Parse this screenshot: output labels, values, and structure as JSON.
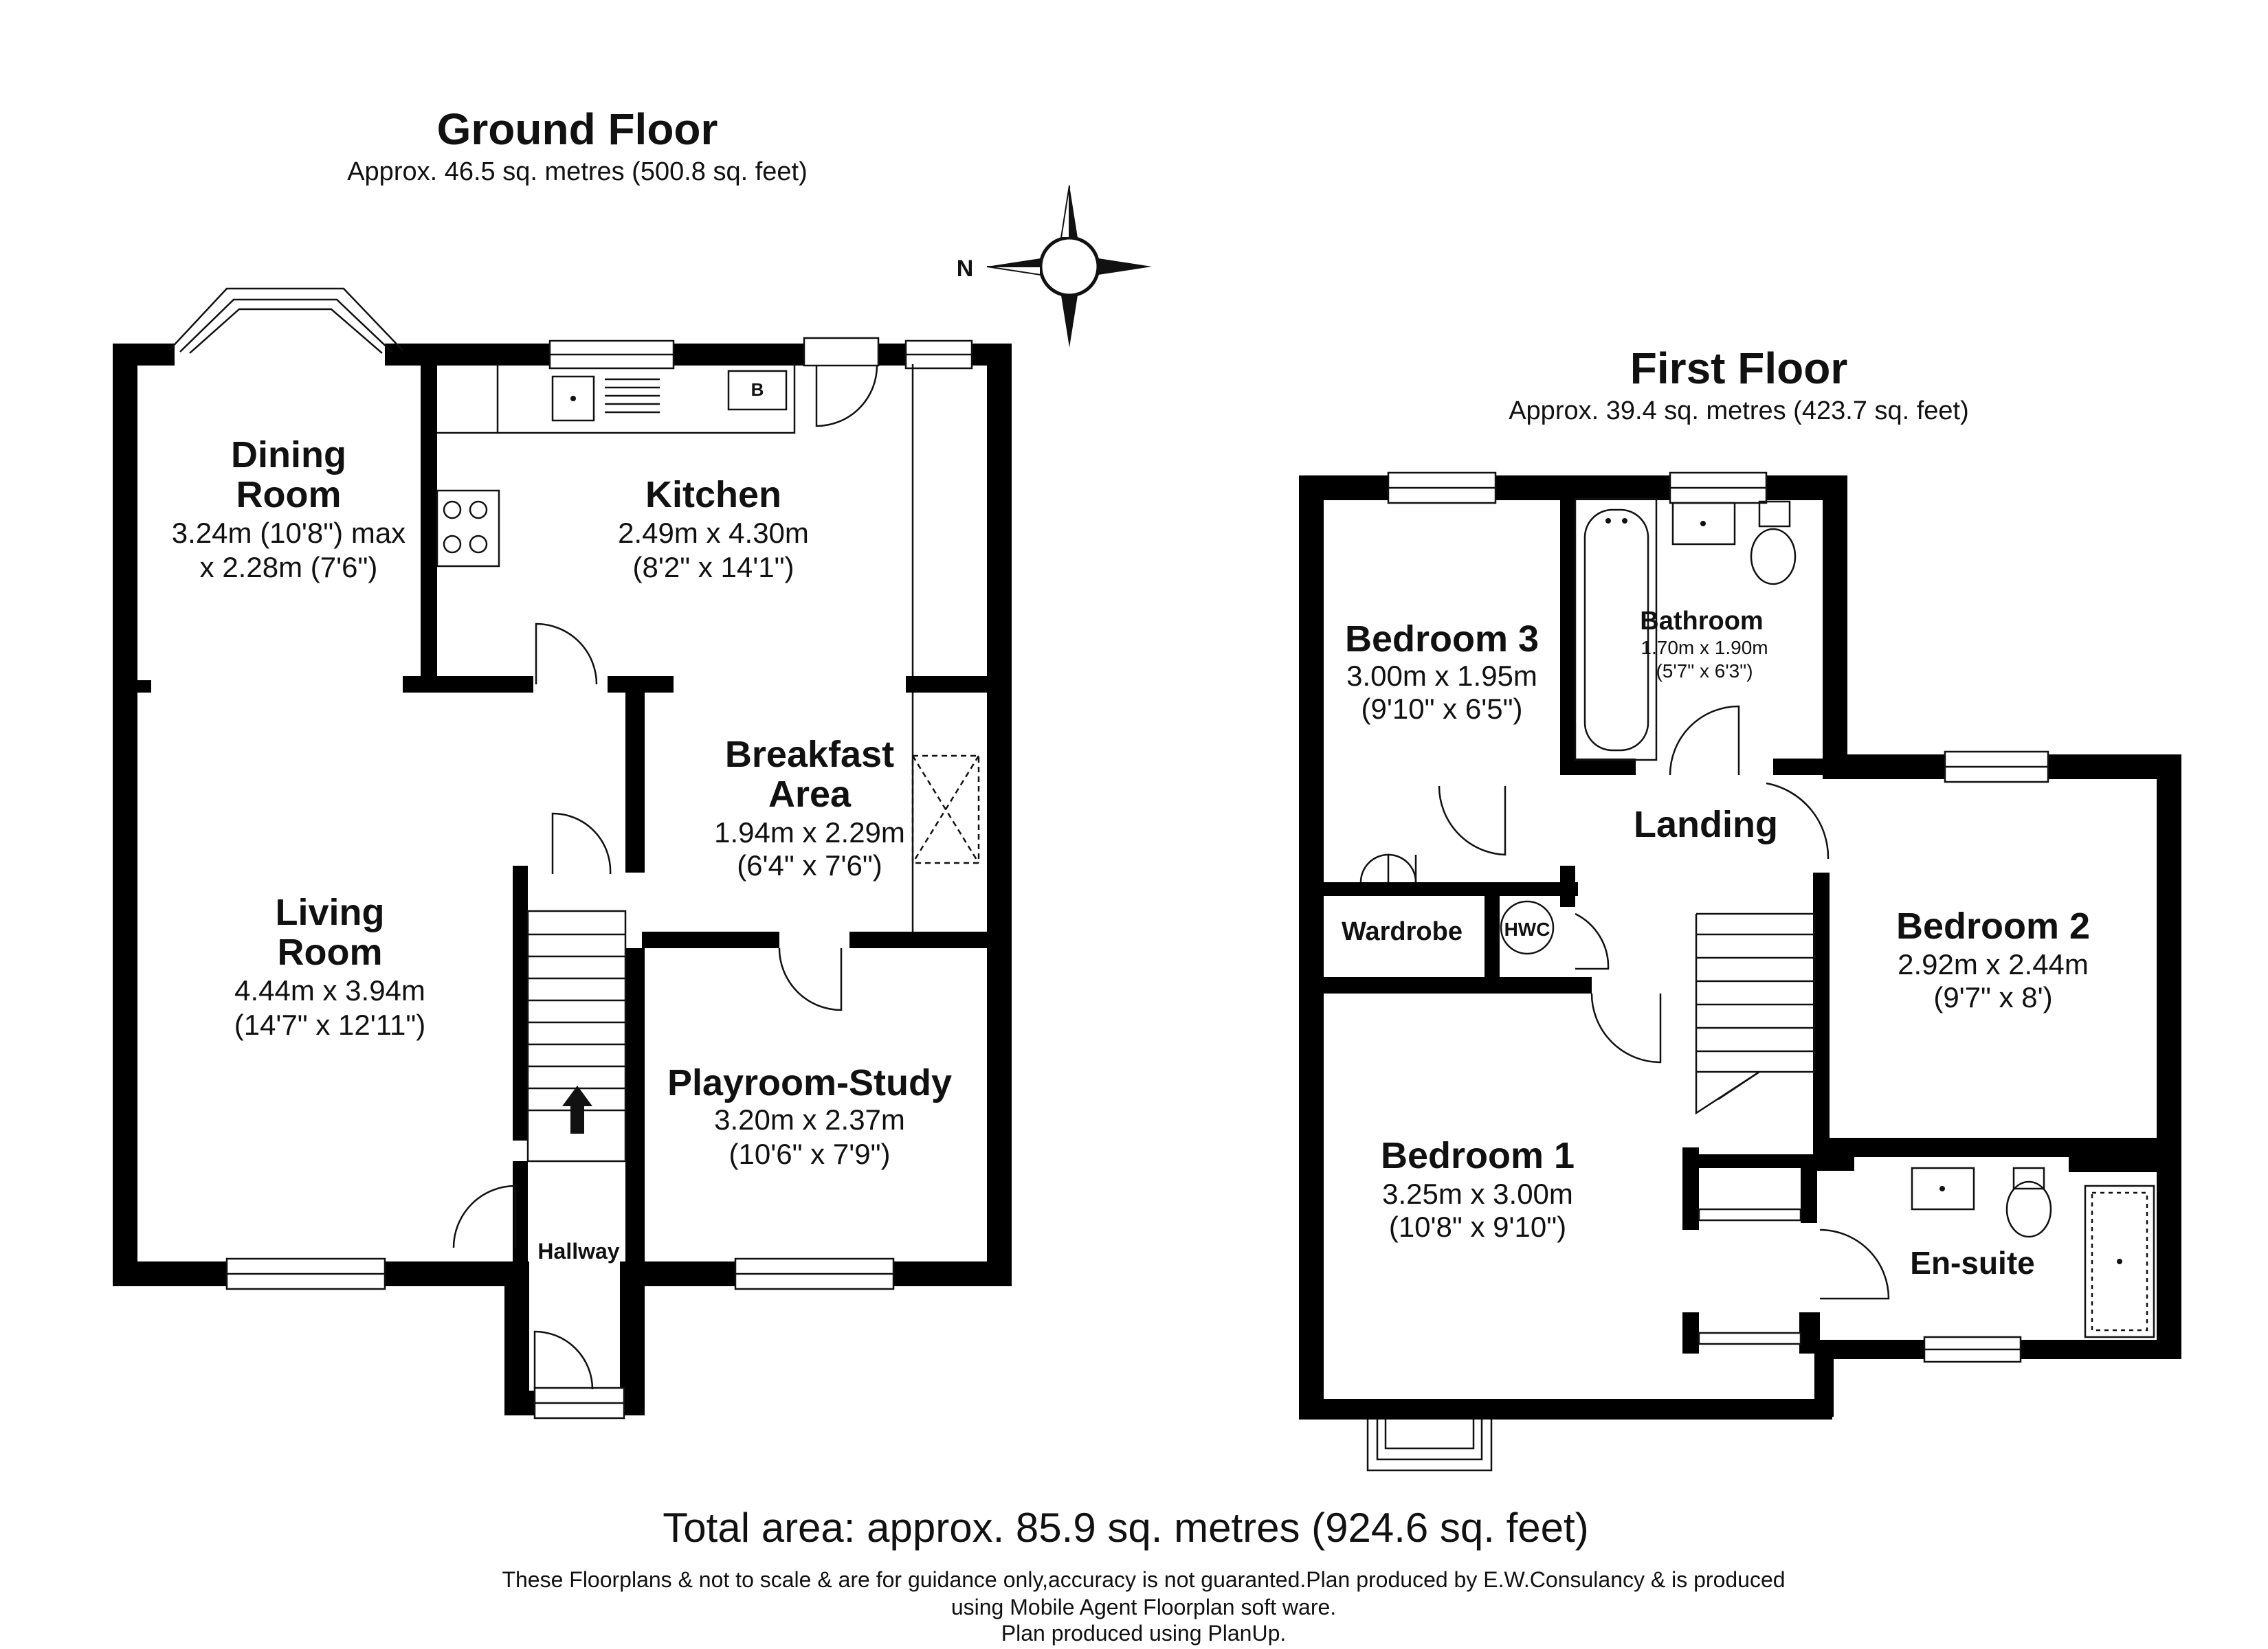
{
  "ground_floor": {
    "title": "Ground Floor",
    "area": "Approx. 46.5 sq. metres (500.8 sq. feet)",
    "rooms": [
      {
        "id": "dining-room",
        "name_lines": [
          "Dining",
          "Room"
        ],
        "dims": [
          "3.24m (10'8\") max",
          "x 2.28m (7'6\")"
        ]
      },
      {
        "id": "kitchen",
        "name_lines": [
          "Kitchen"
        ],
        "dims": [
          "2.49m x 4.30m",
          "(8'2\" x 14'1\")"
        ]
      },
      {
        "id": "breakfast-area",
        "name_lines": [
          "Breakfast",
          "Area"
        ],
        "dims": [
          "1.94m x 2.29m",
          "(6'4\" x 7'6\")"
        ]
      },
      {
        "id": "living-room",
        "name_lines": [
          "Living",
          "Room"
        ],
        "dims": [
          "4.44m x 3.94m",
          "(14'7\" x 12'11\")"
        ]
      },
      {
        "id": "playroom-study",
        "name_lines": [
          "Playroom-Study"
        ],
        "dims": [
          "3.20m x 2.37m",
          "(10'6\" x 7'9\")"
        ]
      },
      {
        "id": "hallway",
        "name_lines": [
          "Hallway"
        ],
        "dims": []
      }
    ],
    "boiler_label": "B"
  },
  "first_floor": {
    "title": "First Floor",
    "area": "Approx. 39.4 sq. metres (423.7 sq. feet)",
    "rooms": [
      {
        "id": "bedroom-3",
        "name_lines": [
          "Bedroom 3"
        ],
        "dims": [
          "3.00m x 1.95m",
          "(9'10\" x 6'5\")"
        ]
      },
      {
        "id": "bathroom",
        "name_lines": [
          "Bathroom"
        ],
        "dims": [
          "1.70m x 1.90m",
          "(5'7\" x 6'3\")"
        ]
      },
      {
        "id": "landing",
        "name_lines": [
          "Landing"
        ],
        "dims": []
      },
      {
        "id": "wardrobe",
        "name_lines": [
          "Wardrobe"
        ],
        "dims": []
      },
      {
        "id": "bedroom-2",
        "name_lines": [
          "Bedroom 2"
        ],
        "dims": [
          "2.92m x 2.44m",
          "(9'7\" x 8')"
        ]
      },
      {
        "id": "bedroom-1",
        "name_lines": [
          "Bedroom 1"
        ],
        "dims": [
          "3.25m x 3.00m",
          "(10'8\" x 9'10\")"
        ]
      },
      {
        "id": "en-suite",
        "name_lines": [
          "En-suite"
        ],
        "dims": []
      }
    ],
    "hwc_label": "HWC"
  },
  "compass": {
    "label": "N",
    "icon": "compass-rose-icon"
  },
  "total": "Total area: approx. 85.9 sq. metres (924.6 sq. feet)",
  "disclaimer": [
    "These Floorplans & not to scale & are for guidance only,accuracy is not guaranted.Plan produced by E.W.Consulancy & is produced",
    "using Mobile Agent Floorplan soft ware.",
    "Plan produced using PlanUp."
  ]
}
